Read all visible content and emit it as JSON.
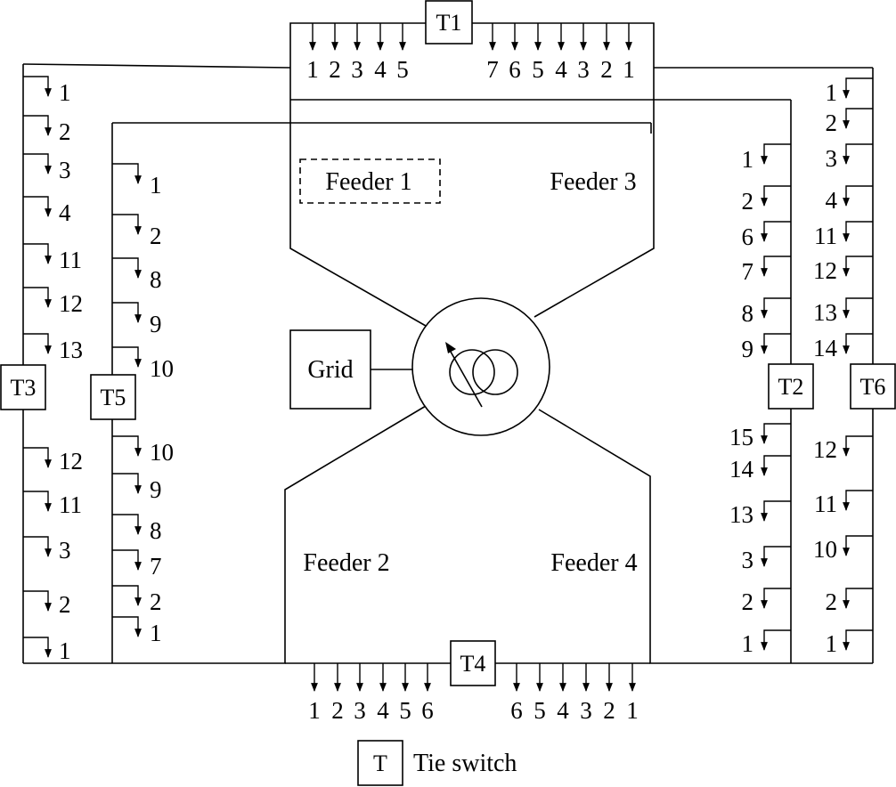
{
  "grid_label": "Grid",
  "feeders": {
    "feeder1": "Feeder 1",
    "feeder2": "Feeder 2",
    "feeder3": "Feeder 3",
    "feeder4": "Feeder 4"
  },
  "switches": {
    "t1": "T1",
    "t2": "T2",
    "t3": "T3",
    "t4": "T4",
    "t5": "T5",
    "t6": "T6"
  },
  "legend": {
    "symbol": "T",
    "text": "Tie switch"
  },
  "load_labels": {
    "top_left": [
      "1",
      "2",
      "3",
      "4",
      "5"
    ],
    "top_right": [
      "7",
      "6",
      "5",
      "4",
      "3",
      "2",
      "1"
    ],
    "bottom_left": [
      "1",
      "2",
      "3",
      "4",
      "5",
      "6"
    ],
    "bottom_right": [
      "6",
      "5",
      "4",
      "3",
      "2",
      "1"
    ],
    "outer_left_top": [
      "1",
      "2",
      "3",
      "4",
      "11",
      "12",
      "13"
    ],
    "outer_left_bottom": [
      "12",
      "11",
      "3",
      "2",
      "1"
    ],
    "inner_left_top": [
      "1",
      "2",
      "8",
      "9",
      "10"
    ],
    "inner_left_bottom": [
      "10",
      "9",
      "8",
      "7",
      "2",
      "1"
    ],
    "inner_right_top": [
      "1",
      "2",
      "6",
      "7",
      "8",
      "9"
    ],
    "inner_right_bottom": [
      "15",
      "14",
      "13",
      "3",
      "2",
      "1"
    ],
    "outer_right_top": [
      "1",
      "2",
      "3",
      "4",
      "11",
      "12",
      "13",
      "14"
    ],
    "outer_right_bottom": [
      "12",
      "11",
      "10",
      "2",
      "1"
    ]
  }
}
